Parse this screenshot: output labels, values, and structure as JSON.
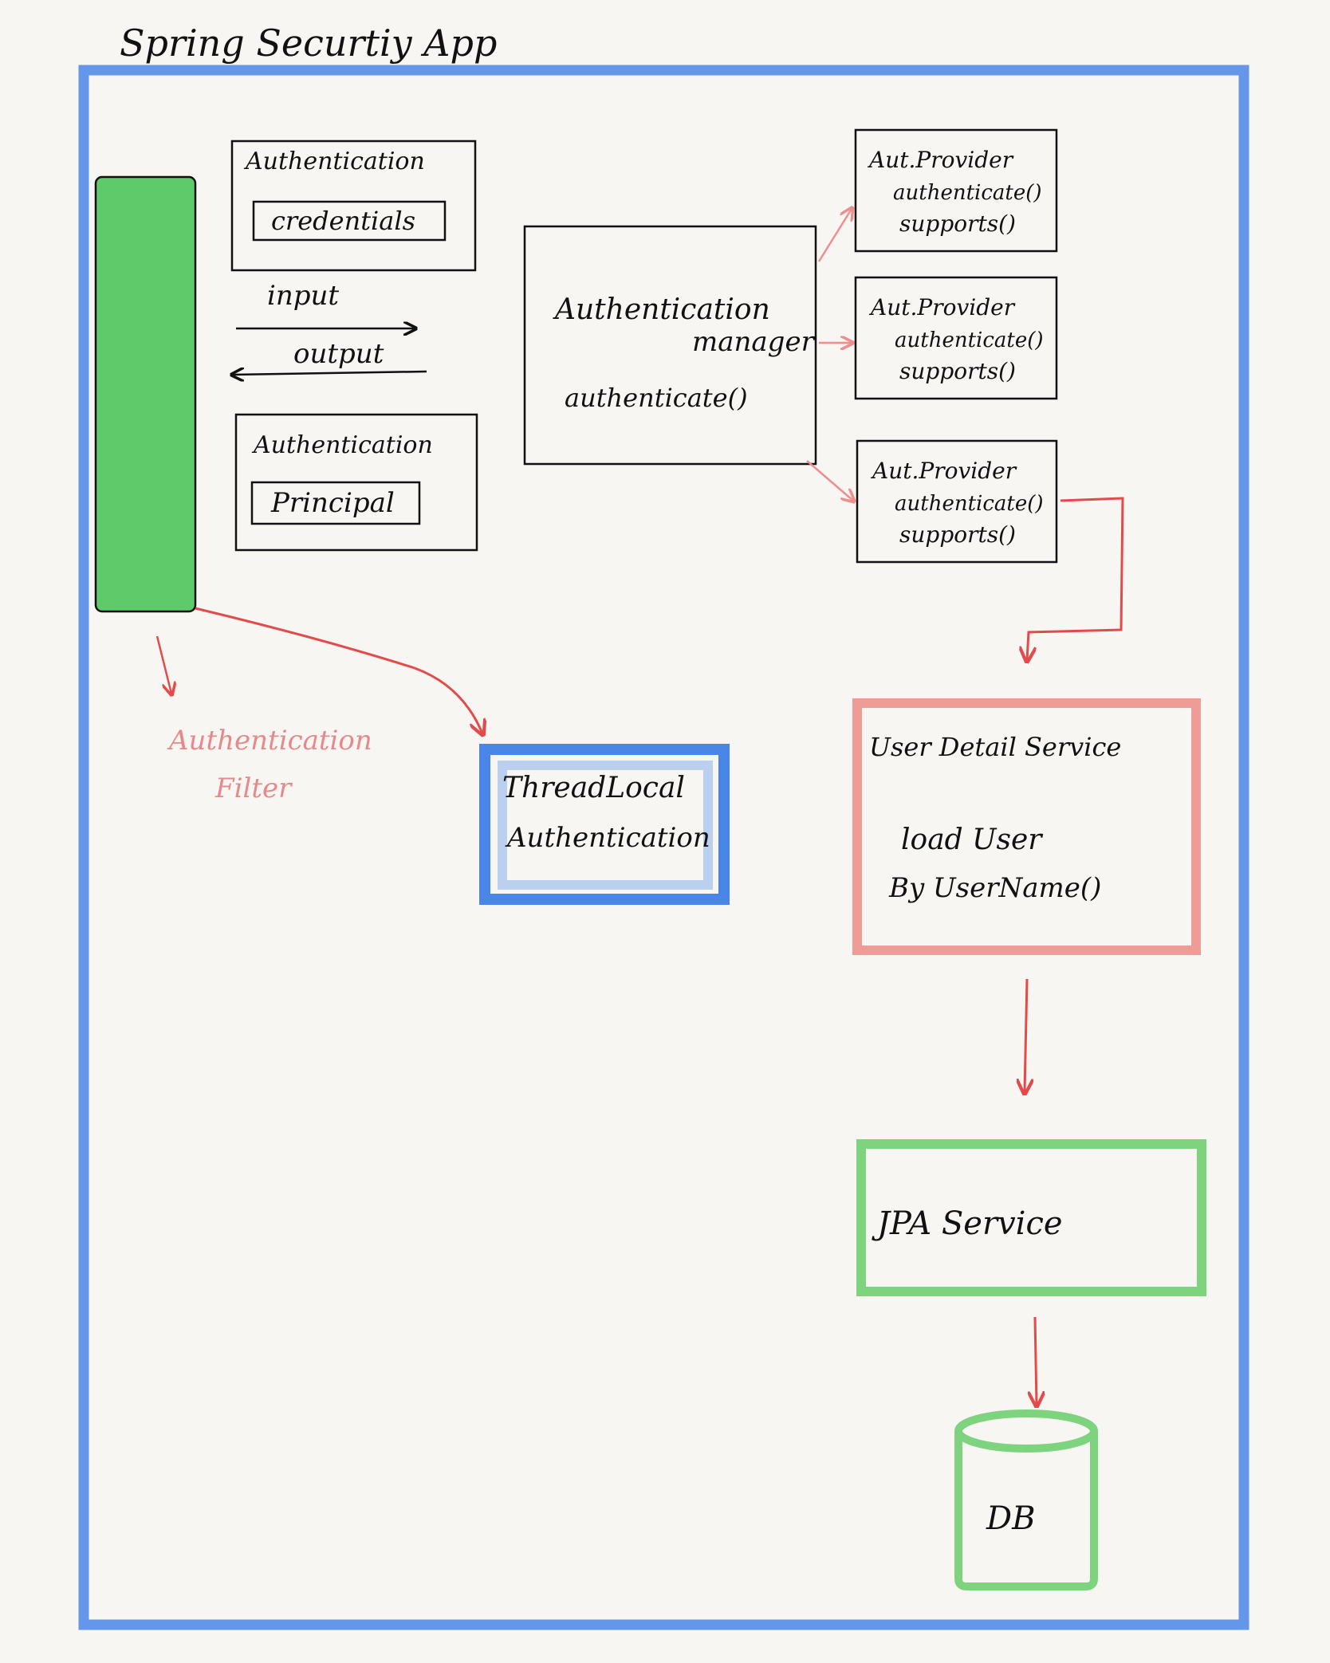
{
  "title": "Spring Securtiy App",
  "colors": {
    "frame": "#4a86e8",
    "filter": "#5fca6a",
    "red": "#e34b4b",
    "pink": "#ee9c96",
    "green": "#7ed47e",
    "ink": "#111111"
  },
  "auth_input": {
    "title": "Authentication",
    "field": "credentials"
  },
  "auth_output": {
    "title": "Authentication",
    "field": "Principal"
  },
  "flow": {
    "input": "input",
    "output": "output"
  },
  "manager": {
    "line1": "Authentication",
    "line2": "manager",
    "method": "authenticate()"
  },
  "providers": [
    {
      "name": "Aut.Provider",
      "method1": "authenticate()",
      "method2": "supports()"
    },
    {
      "name": "Aut.Provider",
      "method1": "authenticate()",
      "method2": "supports()"
    },
    {
      "name": "Aut.Provider",
      "method1": "authenticate()",
      "method2": "supports()"
    }
  ],
  "filter": {
    "line1": "Authentication",
    "line2": "Filter"
  },
  "threadlocal": {
    "line1": "ThreadLocal",
    "line2": "Authentication"
  },
  "user_service": {
    "title": "User Detail Service",
    "line1": "load User",
    "line2": "By UserName()"
  },
  "jpa": {
    "label": "JPA Service"
  },
  "db": {
    "label": "DB"
  }
}
